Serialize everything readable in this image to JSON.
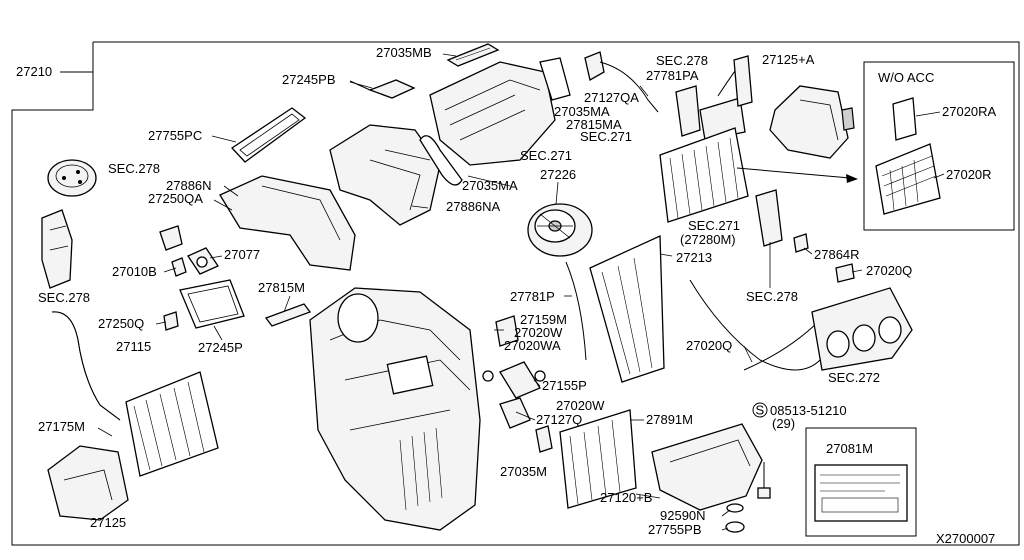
{
  "diagram": {
    "diagram_code": "X2700007",
    "labels": {
      "p27210": "27210",
      "p27035MB": "27035MB",
      "p27245PB": "27245PB",
      "p27755PC": "27755PC",
      "sec278_a": "SEC.278",
      "p27886N": "27886N",
      "p27250QA": "27250QA",
      "p27077": "27077",
      "p27010B": "27010B",
      "sec278_b": "SEC.278",
      "p27815M": "27815M",
      "p27250Q": "27250Q",
      "p27245P": "27245P",
      "p27115": "27115",
      "p27175M": "27175M",
      "p27125": "27125",
      "p27127QA": "27127QA",
      "p27035MA_a": "27035MA",
      "p27815MA": "27815MA",
      "sec271_a": "SEC.271",
      "sec271_b": "SEC.271",
      "p27035MA_b": "27035MA",
      "p27886NA": "27886NA",
      "p27226": "27226",
      "sec278_c": "SEC.278",
      "p27781PA": "27781PA",
      "p27125A": "27125+A",
      "sec271_c": "SEC.271",
      "p27280M": "(27280M)",
      "p27213": "27213",
      "p27781P": "27781P",
      "p27159M": "27159M",
      "p27020W_a": "27020W",
      "p27020WA": "27020WA",
      "p27155P": "27155P",
      "p27020W_b": "27020W",
      "p27127Q": "27127Q",
      "p27035M": "27035M",
      "p27891M": "27891M",
      "p27120B": "27120+B",
      "p92590N": "92590N",
      "p27755PB": "27755PB",
      "p08513": "08513-51210",
      "p08513_qty": "(29)",
      "p08513_symbol": "S",
      "p27864R": "27864R",
      "sec278_d": "SEC.278",
      "p27020Q_a": "27020Q",
      "p27020Q_b": "27020Q",
      "sec272": "SEC.272",
      "p27081M": "27081M",
      "wo_acc": "W/O ACC",
      "p27020RA": "27020RA",
      "p27020R": "27020R"
    }
  }
}
